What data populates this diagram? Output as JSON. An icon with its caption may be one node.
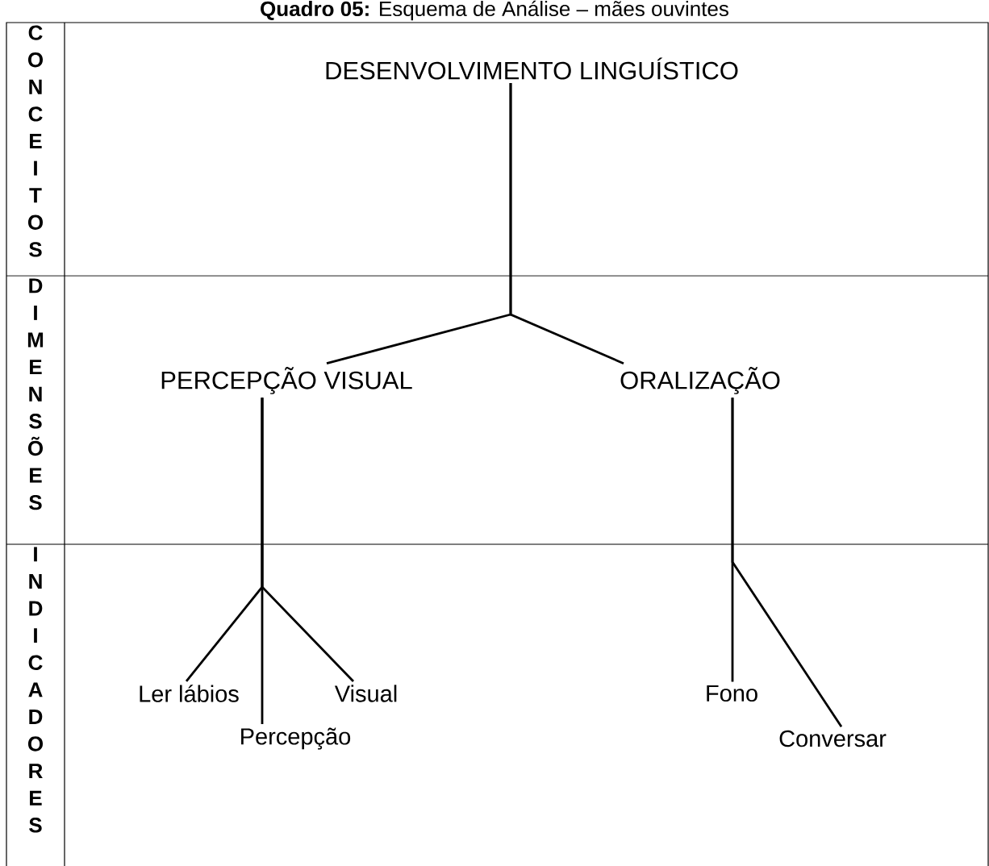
{
  "diagram": {
    "title": "**Quadro 05:** Esquema de Análise – mães ouvintes",
    "nodes": [
      {
        "text": [
          "DESENVOLVIMENTO LINGUÍSTICO"
        ]
      },
      {
        "text": [
          "PERCEPÇÃO VISUAL"
        ]
      },
      {
        "text": [
          "ORALIZAÇÃO"
        ]
      },
      {
        "text": [
          "Ler lábios"
        ]
      },
      {
        "text": [
          "Visual"
        ]
      },
      {
        "text": [
          "Percepção"
        ]
      },
      {
        "text": [
          "Fono"
        ]
      },
      {
        "text": [
          "Conversar"
        ]
      }
    ],
    "edges": [
      {
        "from": 0,
        "to": 1,
        "arrow": "none"
      },
      {
        "from": 0,
        "to": 2,
        "arrow": "none"
      },
      {
        "from": 1,
        "to": 3,
        "arrow": "none"
      },
      {
        "from": 1,
        "to": 5,
        "arrow": "none"
      },
      {
        "from": 1,
        "to": 4,
        "arrow": "none"
      },
      {
        "from": 2,
        "to": 6,
        "arrow": "none"
      },
      {
        "from": 2,
        "to": 7,
        "arrow": "none"
      }
    ],
    "labels": [
      "CONCEITOS",
      "DIMENSÕES",
      "INDICADORES"
    ]
  }
}
